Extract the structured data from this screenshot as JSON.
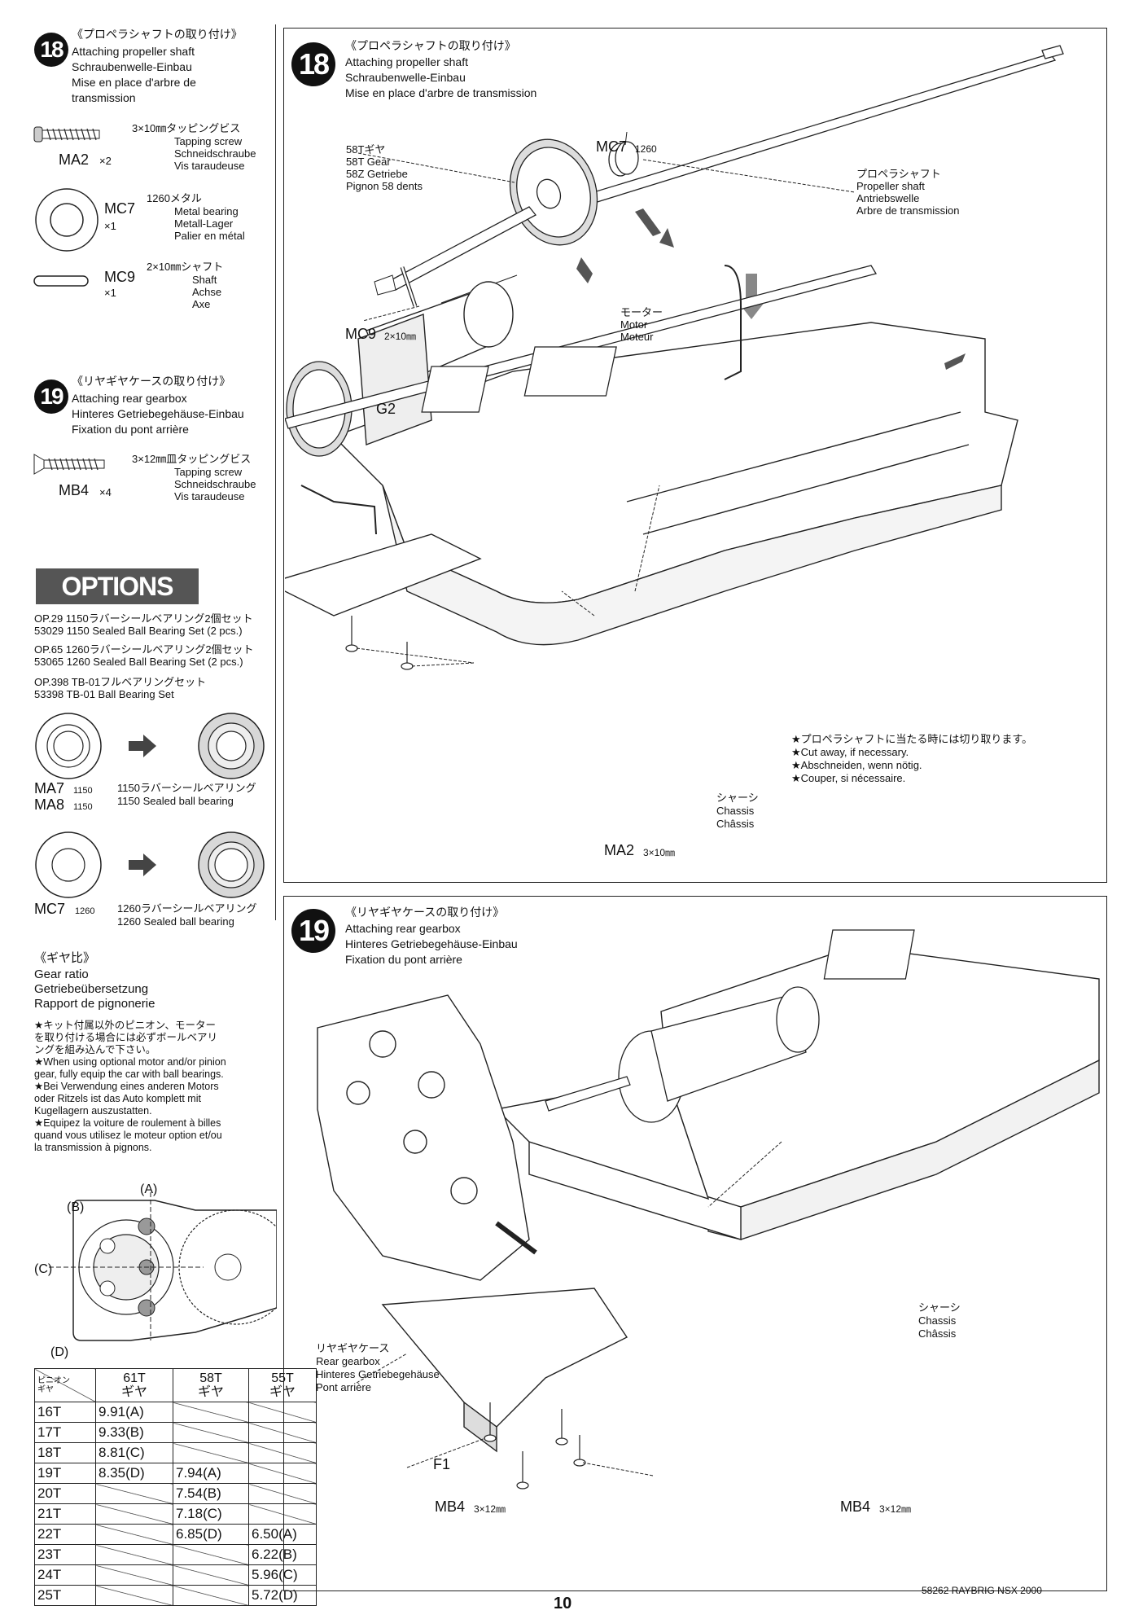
{
  "left": {
    "step18": {
      "number": "18",
      "title_jp": "《プロペラシャフトの取り付け》",
      "title_en": "Attaching propeller shaft",
      "title_de": "Schraubenwelle-Einbau",
      "title_fr1": "Mise en place d'arbre de",
      "title_fr2": "transmission",
      "parts": [
        {
          "code": "MA2",
          "qty": "×2",
          "desc_jp": "3×10㎜タッピングビス",
          "desc_en": "Tapping screw",
          "desc_de": "Schneidschraube",
          "desc_fr": "Vis taraudeuse"
        },
        {
          "code": "MC7",
          "qty": "×1",
          "desc_jp": "1260メタル",
          "desc_en": "Metal bearing",
          "desc_de": "Metall-Lager",
          "desc_fr": "Palier en métal"
        },
        {
          "code": "MC9",
          "qty": "×1",
          "desc_jp": "2×10㎜シャフト",
          "desc_en": "Shaft",
          "desc_de": "Achse",
          "desc_fr": "Axe"
        }
      ]
    },
    "step19": {
      "number": "19",
      "title_jp": "《リヤギヤケースの取り付け》",
      "title_en": "Attaching rear gearbox",
      "title_de": "Hinteres Getriebegehäuse-Einbau",
      "title_fr": "Fixation du pont arrière",
      "part": {
        "code": "MB4",
        "qty": "×4",
        "desc_jp": "3×12㎜皿タッピングビス",
        "desc_en": "Tapping screw",
        "desc_de": "Schneidschraube",
        "desc_fr": "Vis taraudeuse"
      }
    },
    "options": {
      "banner": "OPTIONS",
      "items": [
        {
          "line1": "OP.29 1150ラバーシールベアリング2個セット",
          "line2": "53029 1150 Sealed Ball Bearing Set (2 pcs.)"
        },
        {
          "line1": "OP.65 1260ラバーシールベアリング2個セット",
          "line2": "53065 1260 Sealed Ball Bearing Set (2 pcs.)"
        },
        {
          "line1": "OP.398 TB-01フルベアリングセット",
          "line2": "53398 TB-01 Ball Bearing Set"
        }
      ],
      "bearing1": {
        "code1": "MA7",
        "code2": "MA8",
        "size": "1150",
        "desc_jp": "1150ラバーシールベアリング",
        "desc_en": "1150 Sealed ball bearing"
      },
      "bearing2": {
        "code": "MC7",
        "size": "1260",
        "desc_jp": "1260ラバーシールベアリング",
        "desc_en": "1260 Sealed ball bearing"
      }
    },
    "gear_ratio": {
      "title_jp": "《ギヤ比》",
      "title_en": "Gear ratio",
      "title_de": "Getriebeübersetzung",
      "title_fr": "Rapport de pignonerie",
      "note": [
        "★キット付属以外のピニオン、モーター",
        "を取り付ける場合には必ずボールベアリ",
        "ングを組み込んで下さい。",
        "★When using optional motor and/or pinion",
        "gear, fully equip the car with ball bearings.",
        "★Bei Verwendung eines anderen Motors",
        "oder Ritzels ist das Auto komplett mit",
        "Kugellagern auszustatten.",
        "★Equipez la voiture de roulement à billes",
        "quand vous utilisez le moteur option et/ou",
        "la transmission à pignons."
      ],
      "diagram_labels": [
        "(A)",
        "(B)",
        "(C)",
        "(D)"
      ],
      "table": {
        "corner_top": "ピニオン",
        "corner_bottom": "ギヤ",
        "headers": [
          [
            "61T",
            "ギヤ"
          ],
          [
            "58T",
            "ギヤ"
          ],
          [
            "55T",
            "ギヤ"
          ]
        ],
        "rows": [
          {
            "pinion": "16T",
            "c61": "9.91(A)",
            "c58": "",
            "c55": ""
          },
          {
            "pinion": "17T",
            "c61": "9.33(B)",
            "c58": "",
            "c55": ""
          },
          {
            "pinion": "18T",
            "c61": "8.81(C)",
            "c58": "",
            "c55": ""
          },
          {
            "pinion": "19T",
            "c61": "8.35(D)",
            "c58": "7.94(A)",
            "c55": ""
          },
          {
            "pinion": "20T",
            "c61": "",
            "c58": "7.54(B)",
            "c55": ""
          },
          {
            "pinion": "21T",
            "c61": "",
            "c58": "7.18(C)",
            "c55": ""
          },
          {
            "pinion": "22T",
            "c61": "",
            "c58": "6.85(D)",
            "c55": "6.50(A)"
          },
          {
            "pinion": "23T",
            "c61": "",
            "c58": "",
            "c55": "6.22(B)"
          },
          {
            "pinion": "24T",
            "c61": "",
            "c58": "",
            "c55": "5.96(C)"
          },
          {
            "pinion": "25T",
            "c61": "",
            "c58": "",
            "c55": "5.72(D)"
          }
        ]
      }
    }
  },
  "panel18": {
    "number": "18",
    "title_jp": "《プロペラシャフトの取り付け》",
    "title_en": "Attaching propeller shaft",
    "title_de": "Schraubenwelle-Einbau",
    "title_fr": "Mise en place d'arbre de transmission",
    "gear_label": [
      "58Tギヤ",
      "58T Gear",
      "58Z Getriebe",
      "Pignon 58 dents"
    ],
    "mc7": {
      "code": "MC7",
      "size": "1260"
    },
    "shaft_label": [
      "プロペラシャフト",
      "Propeller shaft",
      "Antriebswelle",
      "Arbre de transmission"
    ],
    "motor_label": [
      "モーター",
      "Motor",
      "Moteur"
    ],
    "mc9": {
      "code": "MC9",
      "size": "2×10㎜"
    },
    "g2": "G2",
    "cut_note": [
      "★プロペラシャフトに当たる時には切り取ります。",
      "★Cut away, if necessary.",
      "★Abschneiden, wenn nötig.",
      "★Couper, si nécessaire."
    ],
    "chassis_label": [
      "シャーシ",
      "Chassis",
      "Châssis"
    ],
    "ma2": {
      "code": "MA2",
      "size": "3×10㎜"
    }
  },
  "panel19": {
    "number": "19",
    "title_jp": "《リヤギヤケースの取り付け》",
    "title_en": "Attaching rear gearbox",
    "title_de": "Hinteres Getriebegehäuse-Einbau",
    "title_fr": "Fixation du pont arrière",
    "chassis_label": [
      "シャーシ",
      "Chassis",
      "Châssis"
    ],
    "gearbox_label": [
      "リヤギヤケース",
      "Rear gearbox",
      "Hinteres Getriebegehäuse",
      "Pont arrière"
    ],
    "f1": "F1",
    "mb4_left": {
      "code": "MB4",
      "size": "3×12㎜"
    },
    "mb4_right": {
      "code": "MB4",
      "size": "3×12㎜"
    }
  },
  "footer": {
    "page_number": "10",
    "model": "58262 RAYBRIG NSX 2000"
  }
}
